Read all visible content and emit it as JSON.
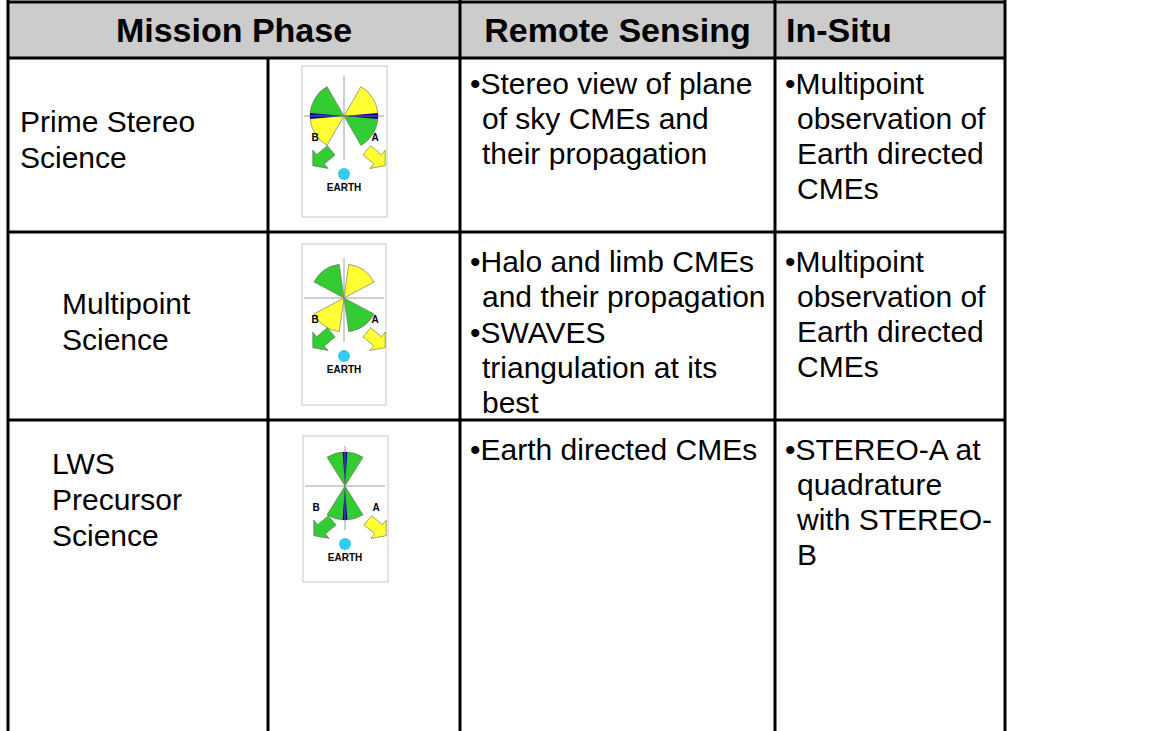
{
  "diagram": {
    "labels": [
      "Mission Phase",
      "Remote Sensing",
      "In-Situ",
      "Prime Stereo Science",
      "B",
      "A",
      "EARTH",
      "•Stereo view of plane of sky CMEs and their propagation",
      "•Multipoint observation of Earth directed CMEs",
      "Multipoint Science",
      "B",
      "A",
      "EARTH",
      "•Halo and limb CMEs and their propagation",
      "•SWAVES triangulation at its best",
      "•Multipoint observation of Earth directed CMEs",
      "LWS Precursor Science",
      "B",
      "A",
      "EARTH",
      "•Earth directed CMEs",
      "•STEREO-A at quadrature with STEREO-B"
    ]
  }
}
